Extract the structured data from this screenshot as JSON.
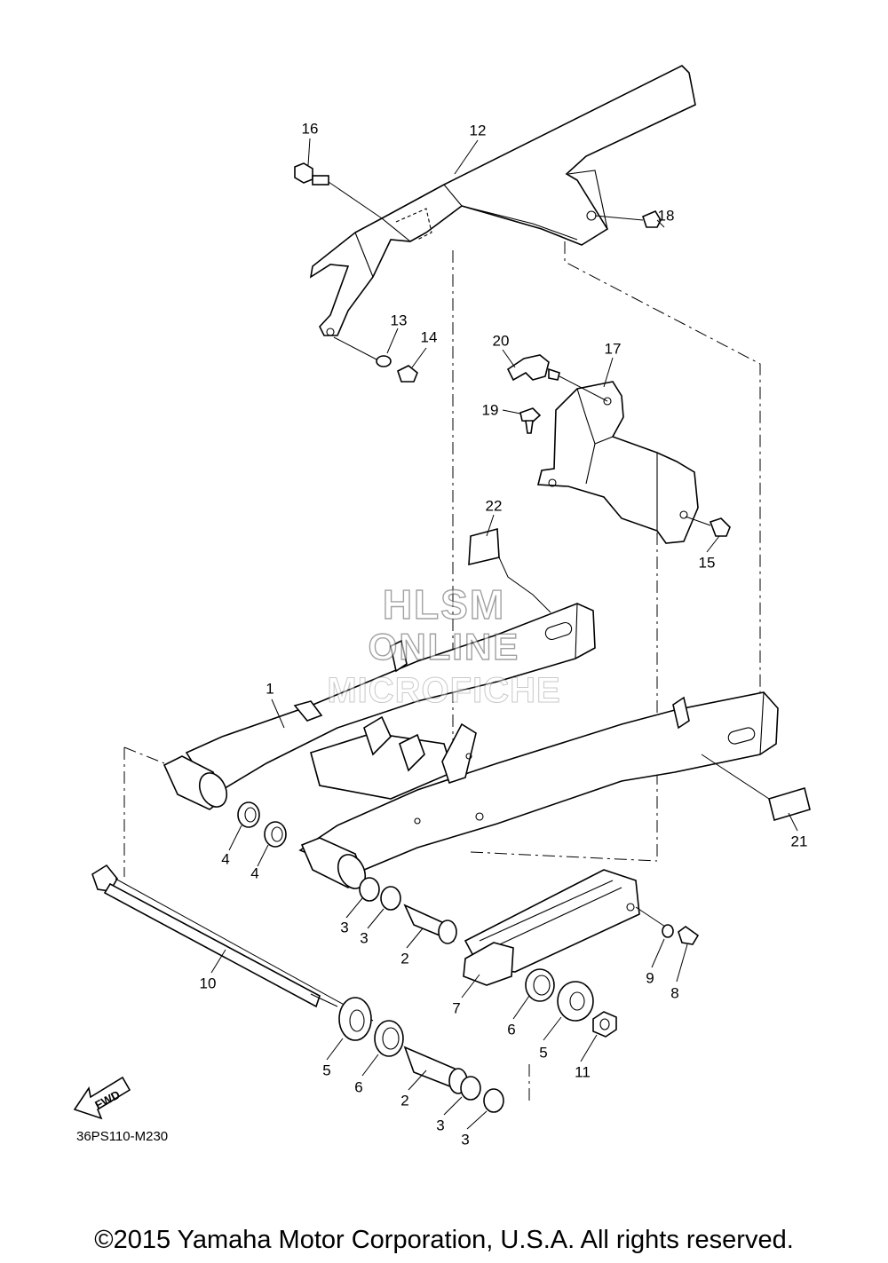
{
  "callouts": [
    {
      "id": "c16",
      "label": "16"
    },
    {
      "id": "c12",
      "label": "12"
    },
    {
      "id": "c18",
      "label": "18"
    },
    {
      "id": "c13",
      "label": "13"
    },
    {
      "id": "c14",
      "label": "14"
    },
    {
      "id": "c20",
      "label": "20"
    },
    {
      "id": "c17",
      "label": "17"
    },
    {
      "id": "c19",
      "label": "19"
    },
    {
      "id": "c22",
      "label": "22"
    },
    {
      "id": "c15",
      "label": "15"
    },
    {
      "id": "c1",
      "label": "1"
    },
    {
      "id": "c21",
      "label": "21"
    },
    {
      "id": "c4a",
      "label": "4"
    },
    {
      "id": "c4b",
      "label": "4"
    },
    {
      "id": "c3a",
      "label": "3"
    },
    {
      "id": "c3b",
      "label": "3"
    },
    {
      "id": "c2a",
      "label": "2"
    },
    {
      "id": "c10",
      "label": "10"
    },
    {
      "id": "c9",
      "label": "9"
    },
    {
      "id": "c8",
      "label": "8"
    },
    {
      "id": "c7",
      "label": "7"
    },
    {
      "id": "c6a",
      "label": "6"
    },
    {
      "id": "c5a",
      "label": "5"
    },
    {
      "id": "c5b",
      "label": "5"
    },
    {
      "id": "c6b",
      "label": "6"
    },
    {
      "id": "c11",
      "label": "11"
    },
    {
      "id": "c2b",
      "label": "2"
    },
    {
      "id": "c3c",
      "label": "3"
    },
    {
      "id": "c3d",
      "label": "3"
    }
  ],
  "fwd_label": "FWD",
  "diagram_code": "36PS110-M230",
  "watermark": {
    "line1": "HLSM",
    "line2": "ONLINE",
    "line3": "MICROFICHE"
  },
  "copyright": "©2015 Yamaha Motor Corporation, U.S.A. All rights reserved."
}
